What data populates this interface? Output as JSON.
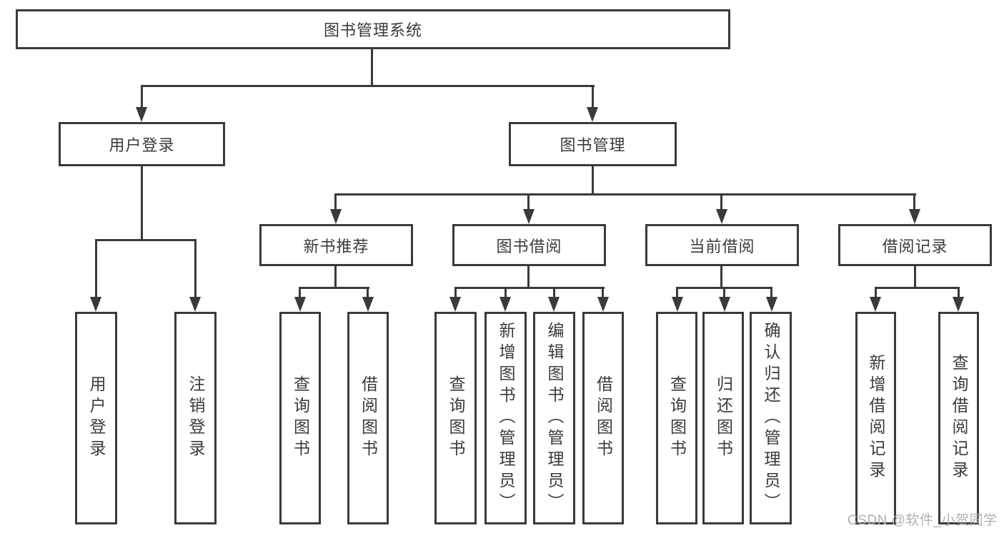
{
  "diagram": {
    "root": {
      "label": "图书管理系统"
    },
    "branches": [
      {
        "label": "用户登录",
        "children": [
          {
            "label": "用户登录"
          },
          {
            "label": "注销登录"
          }
        ]
      },
      {
        "label": "图书管理",
        "children": [
          {
            "label": "新书推荐",
            "children": [
              {
                "label": "查询图书"
              },
              {
                "label": "借阅图书"
              }
            ]
          },
          {
            "label": "图书借阅",
            "children": [
              {
                "label": "查询图书"
              },
              {
                "label": "新增图书（管理员）"
              },
              {
                "label": "编辑图书（管理员）"
              },
              {
                "label": "借阅图书"
              }
            ]
          },
          {
            "label": "当前借阅",
            "children": [
              {
                "label": "查询图书"
              },
              {
                "label": "归还图书"
              },
              {
                "label": "确认归还（管理员）"
              }
            ]
          },
          {
            "label": "借阅记录",
            "children": [
              {
                "label": "新增借阅记录"
              },
              {
                "label": "查询借阅记录"
              }
            ]
          }
        ]
      }
    ]
  },
  "watermark": {
    "text": "CSDN @软件_小贺同学"
  },
  "colors": {
    "line": "#3a3a3a",
    "box_border": "#3a3a3a",
    "text": "#3b3b3b",
    "background": "#ffffff",
    "watermark": "#b0b0b0"
  }
}
